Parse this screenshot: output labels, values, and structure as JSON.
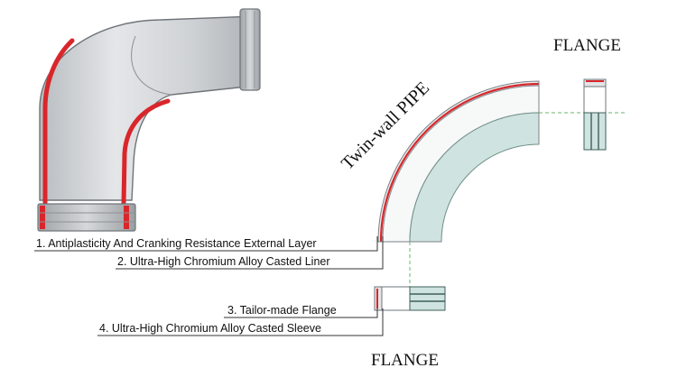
{
  "labels": {
    "flange_top": "FLANGE",
    "flange_bottom": "FLANGE",
    "twin_wall_pipe": "Twin-wall PIPE"
  },
  "callouts": [
    {
      "text": "1. Antiplasticity And Cranking Resistance External Layer"
    },
    {
      "text": "2. Ultra-High Chromium Alloy Casted Liner"
    },
    {
      "text": "3. Tailor-made Flange"
    },
    {
      "text": "4. Ultra-High Chromium Alloy Casted Sleeve"
    }
  ],
  "colors": {
    "liner_red": "#d9262b",
    "pipe_gray": "#cfd2d5",
    "sleeve_teal": "#cfe3e0",
    "flange_dark": "#3f5f58",
    "guide_green": "#67b76a"
  }
}
